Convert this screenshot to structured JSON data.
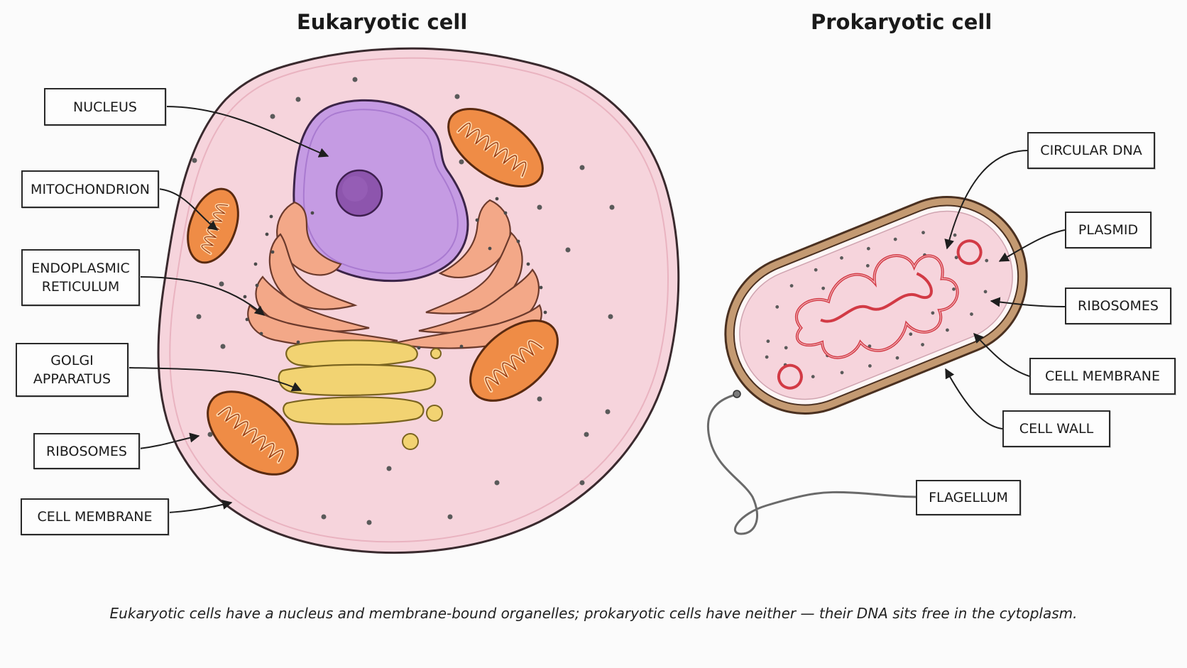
{
  "titles": {
    "eukaryotic": "Eukaryotic cell",
    "prokaryotic": "Prokaryotic cell"
  },
  "eukaryotic_labels": {
    "nucleus": "NUCLEUS",
    "mitochondrion": "MITOCHONDRION",
    "endoplasmic_reticulum": "ENDOPLASMIC\nRETICULUM",
    "golgi_apparatus": "GOLGI\nAPPARATUS",
    "ribosomes": "RIBOSOMES",
    "cell_membrane": "CELL MEMBRANE"
  },
  "prokaryotic_labels": {
    "circular_dna": "CIRCULAR DNA",
    "plasmid": "PLASMID",
    "ribosomes": "RIBOSOMES",
    "cell_membrane": "CELL MEMBRANE",
    "cell_wall": "CELL WALL",
    "flagellum": "FLAGELLUM"
  },
  "caption": "Eukaryotic cells have a nucleus and membrane-bound organelles; prokaryotic cells have neither — their DNA sits free in the cytoplasm.",
  "colors": {
    "cytoplasm": "#f6d4dc",
    "cell_outline": "#3a2a2e",
    "nucleus": "#c59be3",
    "nucleolus": "#8d55ad",
    "mitochondrion": "#ef8c46",
    "endoplasmic_reticulum": "#f3a888",
    "golgi": "#f2d372",
    "dna": "#d23a45",
    "cell_wall": "#c49a72"
  }
}
